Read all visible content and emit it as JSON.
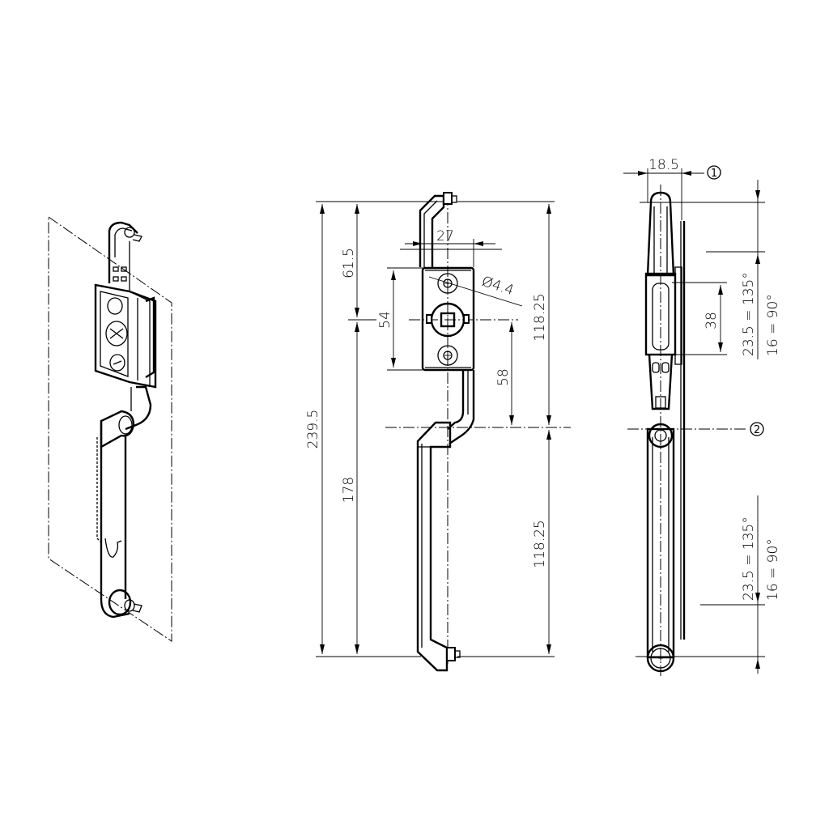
{
  "drawing": {
    "views": [
      "isometric-view",
      "front-view",
      "side-view"
    ],
    "front_view": {
      "dimensions": {
        "overall_height": "239.5",
        "upper_section": "61.5",
        "lower_section": "178",
        "plate_height": "54",
        "plate_width": "27",
        "hole_diameter": "Ø4.4",
        "pivot_offset": "58",
        "upper_right": "118.25",
        "lower_right": "118.25"
      }
    },
    "side_view": {
      "dimensions": {
        "width": "18.5",
        "plate_section": "38"
      },
      "callouts": {
        "c1": "1",
        "c2": "2"
      },
      "angle_notes": {
        "upper_line1": "23.5 = 135°",
        "upper_line2": "16 = 90°",
        "lower_line1": "23.5 = 135°",
        "lower_line2": "16 = 90°"
      }
    }
  }
}
